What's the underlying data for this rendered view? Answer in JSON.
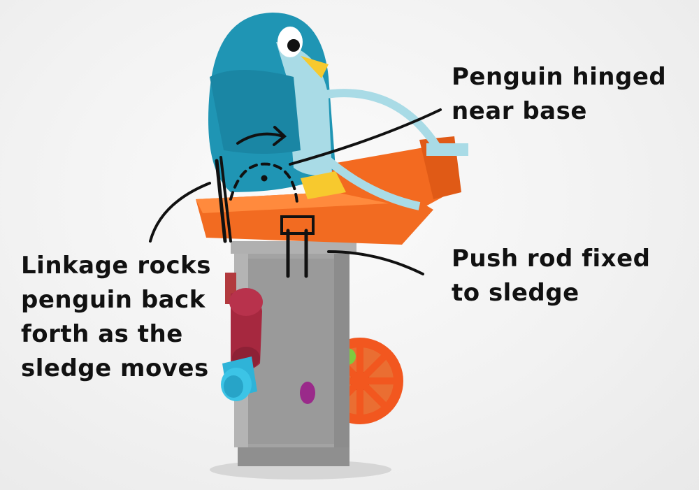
{
  "annotations": {
    "penguin_hinge": {
      "lines": [
        "Penguin hinged",
        "near base"
      ]
    },
    "push_rod": {
      "lines": [
        "Push rod fixed",
        "to sledge"
      ]
    },
    "linkage": {
      "lines": [
        "Linkage rocks",
        "penguin back",
        "forth as the",
        "sledge moves"
      ]
    }
  },
  "colors": {
    "background": "#f2f2f2",
    "penguin_body": "#1f95b4",
    "penguin_belly": "#a9dbe6",
    "beak": "#f7c92e",
    "sledge": "#f26b21",
    "tower": "#9c9c9c",
    "crank": "#a6283f",
    "handle": "#2fb3d8",
    "gear": "#f2571f",
    "button": "#9a2a8a",
    "ink": "#111111"
  }
}
